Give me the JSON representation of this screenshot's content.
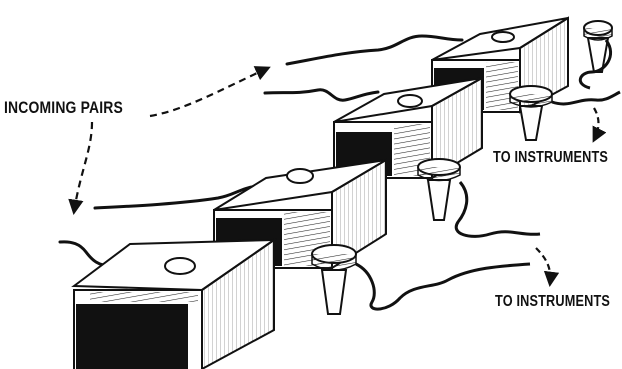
{
  "labels": {
    "incoming_pairs": "INCOMING PAIRS",
    "to_instruments_upper": "TO INSTRUMENTS",
    "to_instruments_lower": "TO INSTRUMENTS"
  },
  "colors": {
    "ink": "#111111",
    "paper": "#ffffff"
  }
}
